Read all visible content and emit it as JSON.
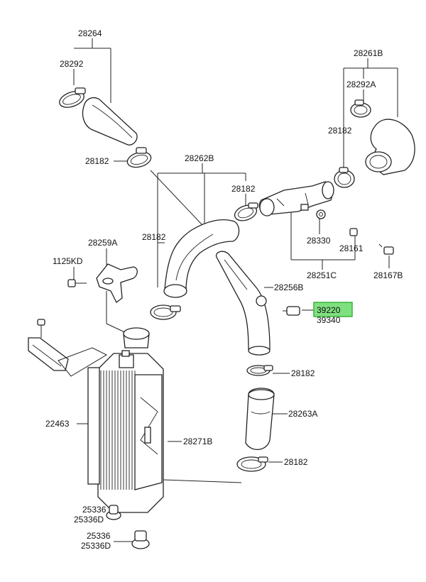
{
  "diagram": {
    "highlight_color": "#7fe07f",
    "labels": [
      {
        "id": "p28264",
        "text": "28264"
      },
      {
        "id": "p28292",
        "text": "28292"
      },
      {
        "id": "p28182a",
        "text": "28182"
      },
      {
        "id": "p28262B",
        "text": "28262B"
      },
      {
        "id": "p28182b",
        "text": "28182"
      },
      {
        "id": "p28182c",
        "text": "28182"
      },
      {
        "id": "p28261B",
        "text": "28261B"
      },
      {
        "id": "p28292A",
        "text": "28292A"
      },
      {
        "id": "p28182d",
        "text": "28182"
      },
      {
        "id": "p28330",
        "text": "28330"
      },
      {
        "id": "p28161",
        "text": "28161"
      },
      {
        "id": "p28251C",
        "text": "28251C"
      },
      {
        "id": "p28167B",
        "text": "28167B"
      },
      {
        "id": "p28259A",
        "text": "28259A"
      },
      {
        "id": "p1125KD",
        "text": "1125KD"
      },
      {
        "id": "p28256B",
        "text": "28256B"
      },
      {
        "id": "p39220",
        "text": "39220"
      },
      {
        "id": "p39340",
        "text": "39340"
      },
      {
        "id": "p28182e",
        "text": "28182"
      },
      {
        "id": "p28263A",
        "text": "28263A"
      },
      {
        "id": "p22463",
        "text": "22463"
      },
      {
        "id": "p28271B",
        "text": "28271B"
      },
      {
        "id": "p28182f",
        "text": "28182"
      },
      {
        "id": "p25336a",
        "text": "25336"
      },
      {
        "id": "p25336Da",
        "text": "25336D"
      },
      {
        "id": "p25336b",
        "text": "25336"
      },
      {
        "id": "p25336Db",
        "text": "25336D"
      }
    ]
  }
}
